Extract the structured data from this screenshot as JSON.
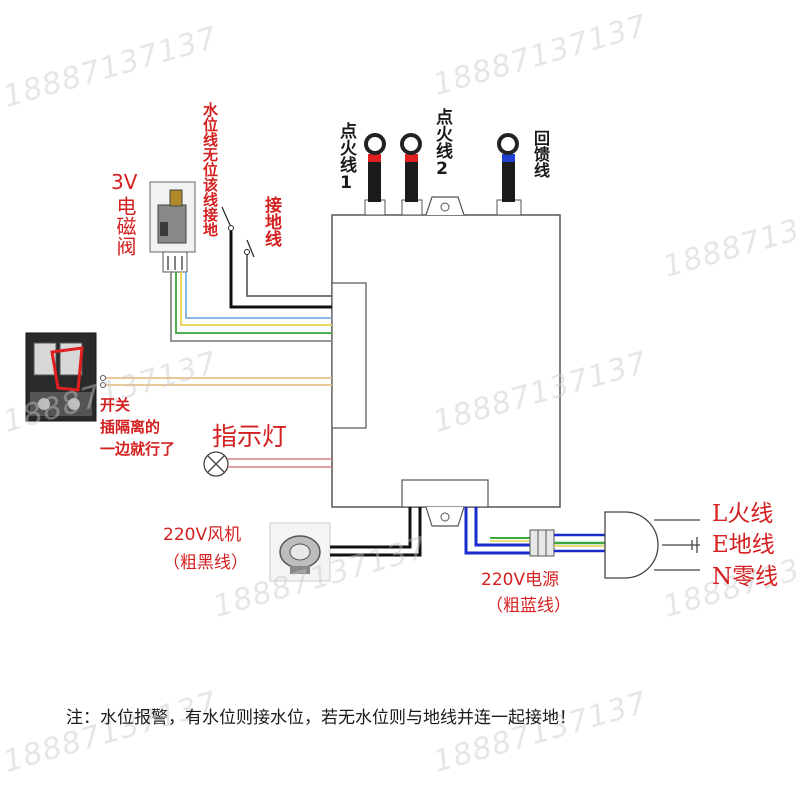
{
  "watermark": "18887137137",
  "labels": {
    "valve_3v": "3V",
    "valve_name": "电磁阀",
    "water_level_note": "水位线无位该线接地",
    "ground_wire": "接地线",
    "ignition1": "点火线1",
    "ignition2": "点火线2",
    "feedback": "回馈线",
    "switch_note_1": "开关",
    "switch_note_2": "插隔离的",
    "switch_note_3": "一边就行了",
    "indicator": "指示灯",
    "fan_1": "220V风机",
    "fan_2": "（粗黑线）",
    "power_1": "220V电源",
    "power_2": "（粗蓝线）",
    "l_line": "L火线",
    "e_line": "E地线",
    "n_line": "N零线",
    "note": "注：水位报警，有水位则接水位，若无水位则与地线并连一起接地！"
  },
  "colors": {
    "red_text": "#d42020",
    "ignition_cap": "#e02020",
    "feedback_cap": "#2040d0",
    "blue_wire": "#1a2ccc",
    "green_wire": "#3aa83a",
    "yellow_wire": "#e8d44a"
  }
}
